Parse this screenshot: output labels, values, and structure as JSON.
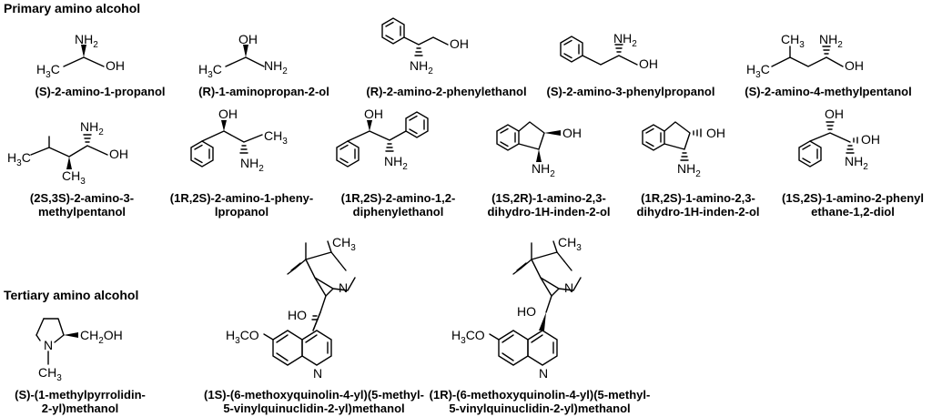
{
  "sections": {
    "primary": "Primary amino alcohol",
    "tertiary": "Tertiary amino alcohol"
  },
  "labels": {
    "nh2": "NH",
    "sub2": "2",
    "oh": "OH",
    "ho": "HO",
    "h3c": "H",
    "sub3": "3",
    "c": "C",
    "ch3": "CH",
    "n": "N",
    "ch2oh_a": "CH",
    "ch2oh_b": "OH",
    "h3co_a": "H",
    "h3co_b": "CO"
  },
  "compounds": [
    {
      "lines": [
        "(S)-2-amino-1-propanol"
      ]
    },
    {
      "lines": [
        "(R)-1-aminopropan-2-ol"
      ]
    },
    {
      "lines": [
        "(R)-2-amino-2-phenylethanol"
      ]
    },
    {
      "lines": [
        "(S)-2-amino-3-phenylpropanol"
      ]
    },
    {
      "lines": [
        "(S)-2-amino-4-methylpentanol"
      ]
    },
    {
      "lines": [
        "(2S,3S)-2-amino-3-",
        "methylpentanol"
      ]
    },
    {
      "lines": [
        "(1R,2S)-2-amino-1-pheny-",
        "lpropanol"
      ]
    },
    {
      "lines": [
        "(1R,2S)-2-amino-1,2-",
        "diphenylethanol"
      ]
    },
    {
      "lines": [
        "(1S,2R)-1-amino-2,3-",
        "dihydro-1H-inden-2-ol"
      ]
    },
    {
      "lines": [
        "(1R,2S)-1-amino-2,3-",
        "dihydro-1H-inden-2-ol"
      ]
    },
    {
      "lines": [
        "(1S,2S)-1-amino-2-phenyl",
        "ethane-1,2-diol"
      ]
    },
    {
      "lines": [
        "(S)-(1-methylpyrrolidin-",
        "2-yl)methanol"
      ]
    },
    {
      "lines": [
        "(1S)-(6-methoxyquinolin-4-yl)(5-methyl-",
        "5-vinylquinuclidin-2-yl)methanol"
      ]
    },
    {
      "lines": [
        "(1R)-(6-methoxyquinolin-4-yl)(5-methyl-",
        "5-vinylquinuclidin-2-yl)methanol"
      ]
    }
  ]
}
